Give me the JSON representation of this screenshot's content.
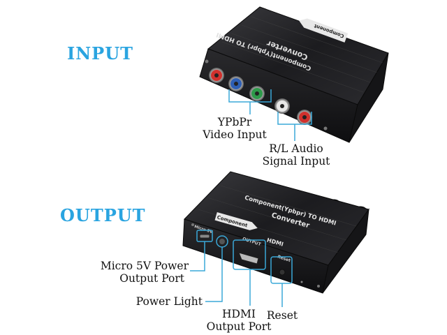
{
  "sections": {
    "input_title": "INPUT",
    "output_title": "OUTPUT"
  },
  "input_labels": {
    "ypbpr": "YPbPr",
    "video_input": "Video Input",
    "rl_audio": "R/L Audio",
    "signal_input": "Signal Input"
  },
  "output_labels": {
    "micro_power_1": "Micro 5V Power",
    "micro_power_2": "Output Port",
    "power_light": "Power Light",
    "hdmi_1": "HDMI",
    "hdmi_2": "Output Port",
    "reset": "Reset"
  },
  "device_text": {
    "top_line_1": "Component(Ypbpr) TO HDMI",
    "top_line_2": "Converter",
    "badge_component": "Component",
    "badge_hdmi": "HDMI",
    "port_micro": "Micro 5V",
    "port_output": "OUTPUT",
    "port_reset": "Reset"
  },
  "colors": {
    "title": "#2aa4e0",
    "callout": "#3aa8d8",
    "device_body": "#1f1f22",
    "rca_red": "#d0312d",
    "rca_blue": "#2e5fb5",
    "rca_green": "#2e9a4a",
    "rca_white": "#e8e8e8"
  }
}
